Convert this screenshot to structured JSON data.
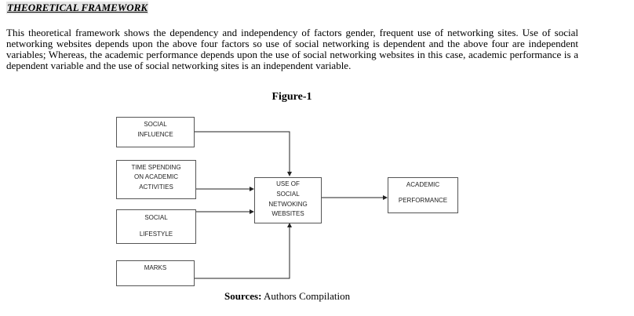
{
  "heading": "THEORETICAL FRAMEWORK",
  "paragraph": "This theoretical framework shows the dependency and independency of factors gender, frequent use of networking sites. Use of social networking websites depends upon the above four factors so use of social networking is dependent and the above four are independent variables; Whereas, the academic performance depends upon the use of social networking websites in this case, academic performance is a dependent variable and the use of social networking sites is an independent variable.",
  "figure_caption": "Figure-1",
  "diagram": {
    "social_influence": [
      "SOCIAL",
      "INFLUENCE"
    ],
    "time_spending": [
      "TIME SPENDING",
      "ON ACADEMIC",
      "ACTIVITIES"
    ],
    "social_lifestyle": [
      "SOCIAL",
      "LIFESTYLE"
    ],
    "marks": [
      "MARKS"
    ],
    "use_of_sns": [
      "USE OF",
      "SOCIAL",
      "NETWOKING",
      "WEBSITES"
    ],
    "academic_performance": [
      "ACADEMIC",
      "PERFORMANCE"
    ]
  },
  "sources": {
    "label": "Sources:",
    "text": " Authors Compilation"
  }
}
